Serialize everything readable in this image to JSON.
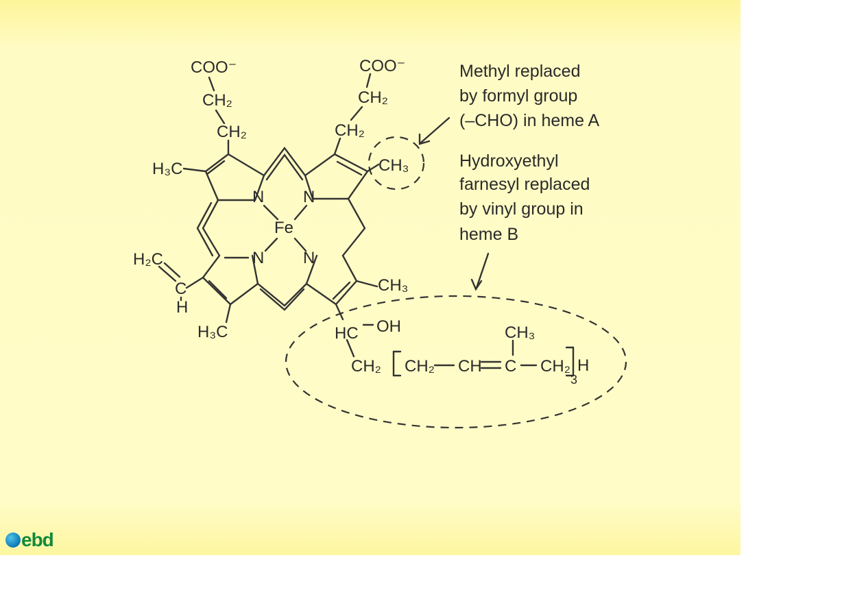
{
  "labels": {
    "coo1": "COO⁻",
    "ch2_1a": "CH₂",
    "ch2_1b": "CH₂",
    "coo2": "COO⁻",
    "ch2_2a": "CH₂",
    "ch2_2b": "CH₂",
    "h3c_left": "H₃C",
    "ch3_circled": "CH₃",
    "n_tl": "N",
    "n_tr": "N",
    "fe": "Fe",
    "n_bl": "N",
    "n_br": "N",
    "h2c": "H₂C",
    "c_vinyl": "C",
    "h_vinyl": "H",
    "ch3_right": "CH₃",
    "h3c_bottom": "H₃C",
    "hc": "HC",
    "oh": "OH",
    "ch3_chain": "CH₃",
    "ch2_chain_start": "CH₂",
    "ch2_chain_1": "CH₂",
    "ch_chain": "CH",
    "c_chain": "C",
    "ch2_chain_2": "CH₂",
    "h_chain": "H",
    "subscript_3": "3"
  },
  "annotations": {
    "heme_a": [
      "Methyl replaced",
      "by formyl group",
      "(–CHO) in heme A"
    ],
    "heme_b": [
      "Hydroxyethyl",
      "farnesyl replaced",
      "by vinyl group in",
      "heme B"
    ]
  },
  "logo": {
    "text": "ebd",
    "mark_color": "#0a77b6",
    "text_color": "#128a3a"
  }
}
